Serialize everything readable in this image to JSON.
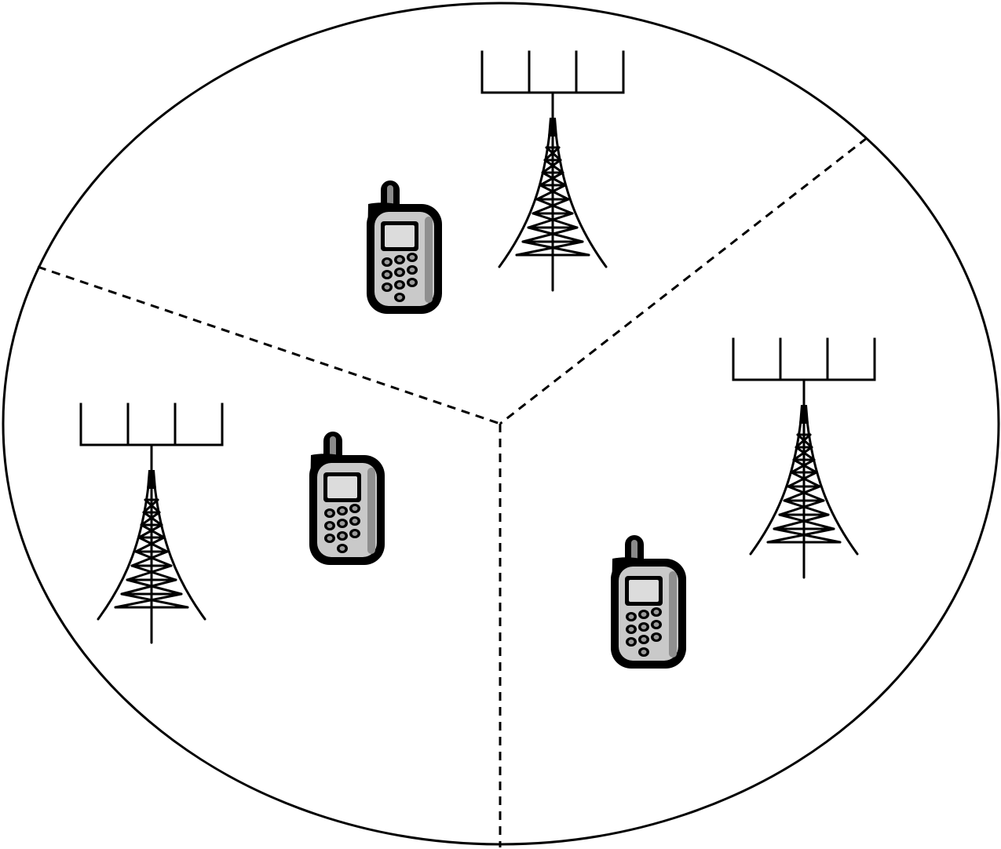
{
  "diagram": {
    "cells": [
      {
        "name": "cell-top"
      },
      {
        "name": "cell-left"
      },
      {
        "name": "cell-right"
      }
    ],
    "base_stations": [
      {
        "name": "base-station-top",
        "icon": "cell-tower-icon",
        "antenna": "antenna-array-icon",
        "antenna_elements": 4
      },
      {
        "name": "base-station-left",
        "icon": "cell-tower-icon",
        "antenna": "antenna-array-icon",
        "antenna_elements": 4
      },
      {
        "name": "base-station-right",
        "icon": "cell-tower-icon",
        "antenna": "antenna-array-icon",
        "antenna_elements": 4
      }
    ],
    "mobile_devices": [
      {
        "name": "mobile-phone-top",
        "icon": "mobile-phone-icon"
      },
      {
        "name": "mobile-phone-left",
        "icon": "mobile-phone-icon"
      },
      {
        "name": "mobile-phone-right",
        "icon": "mobile-phone-icon"
      }
    ],
    "colors": {
      "line": "#000000",
      "background": "#ffffff",
      "phone_body": "#c9c9c9",
      "phone_screen": "#dcdcdc"
    }
  }
}
